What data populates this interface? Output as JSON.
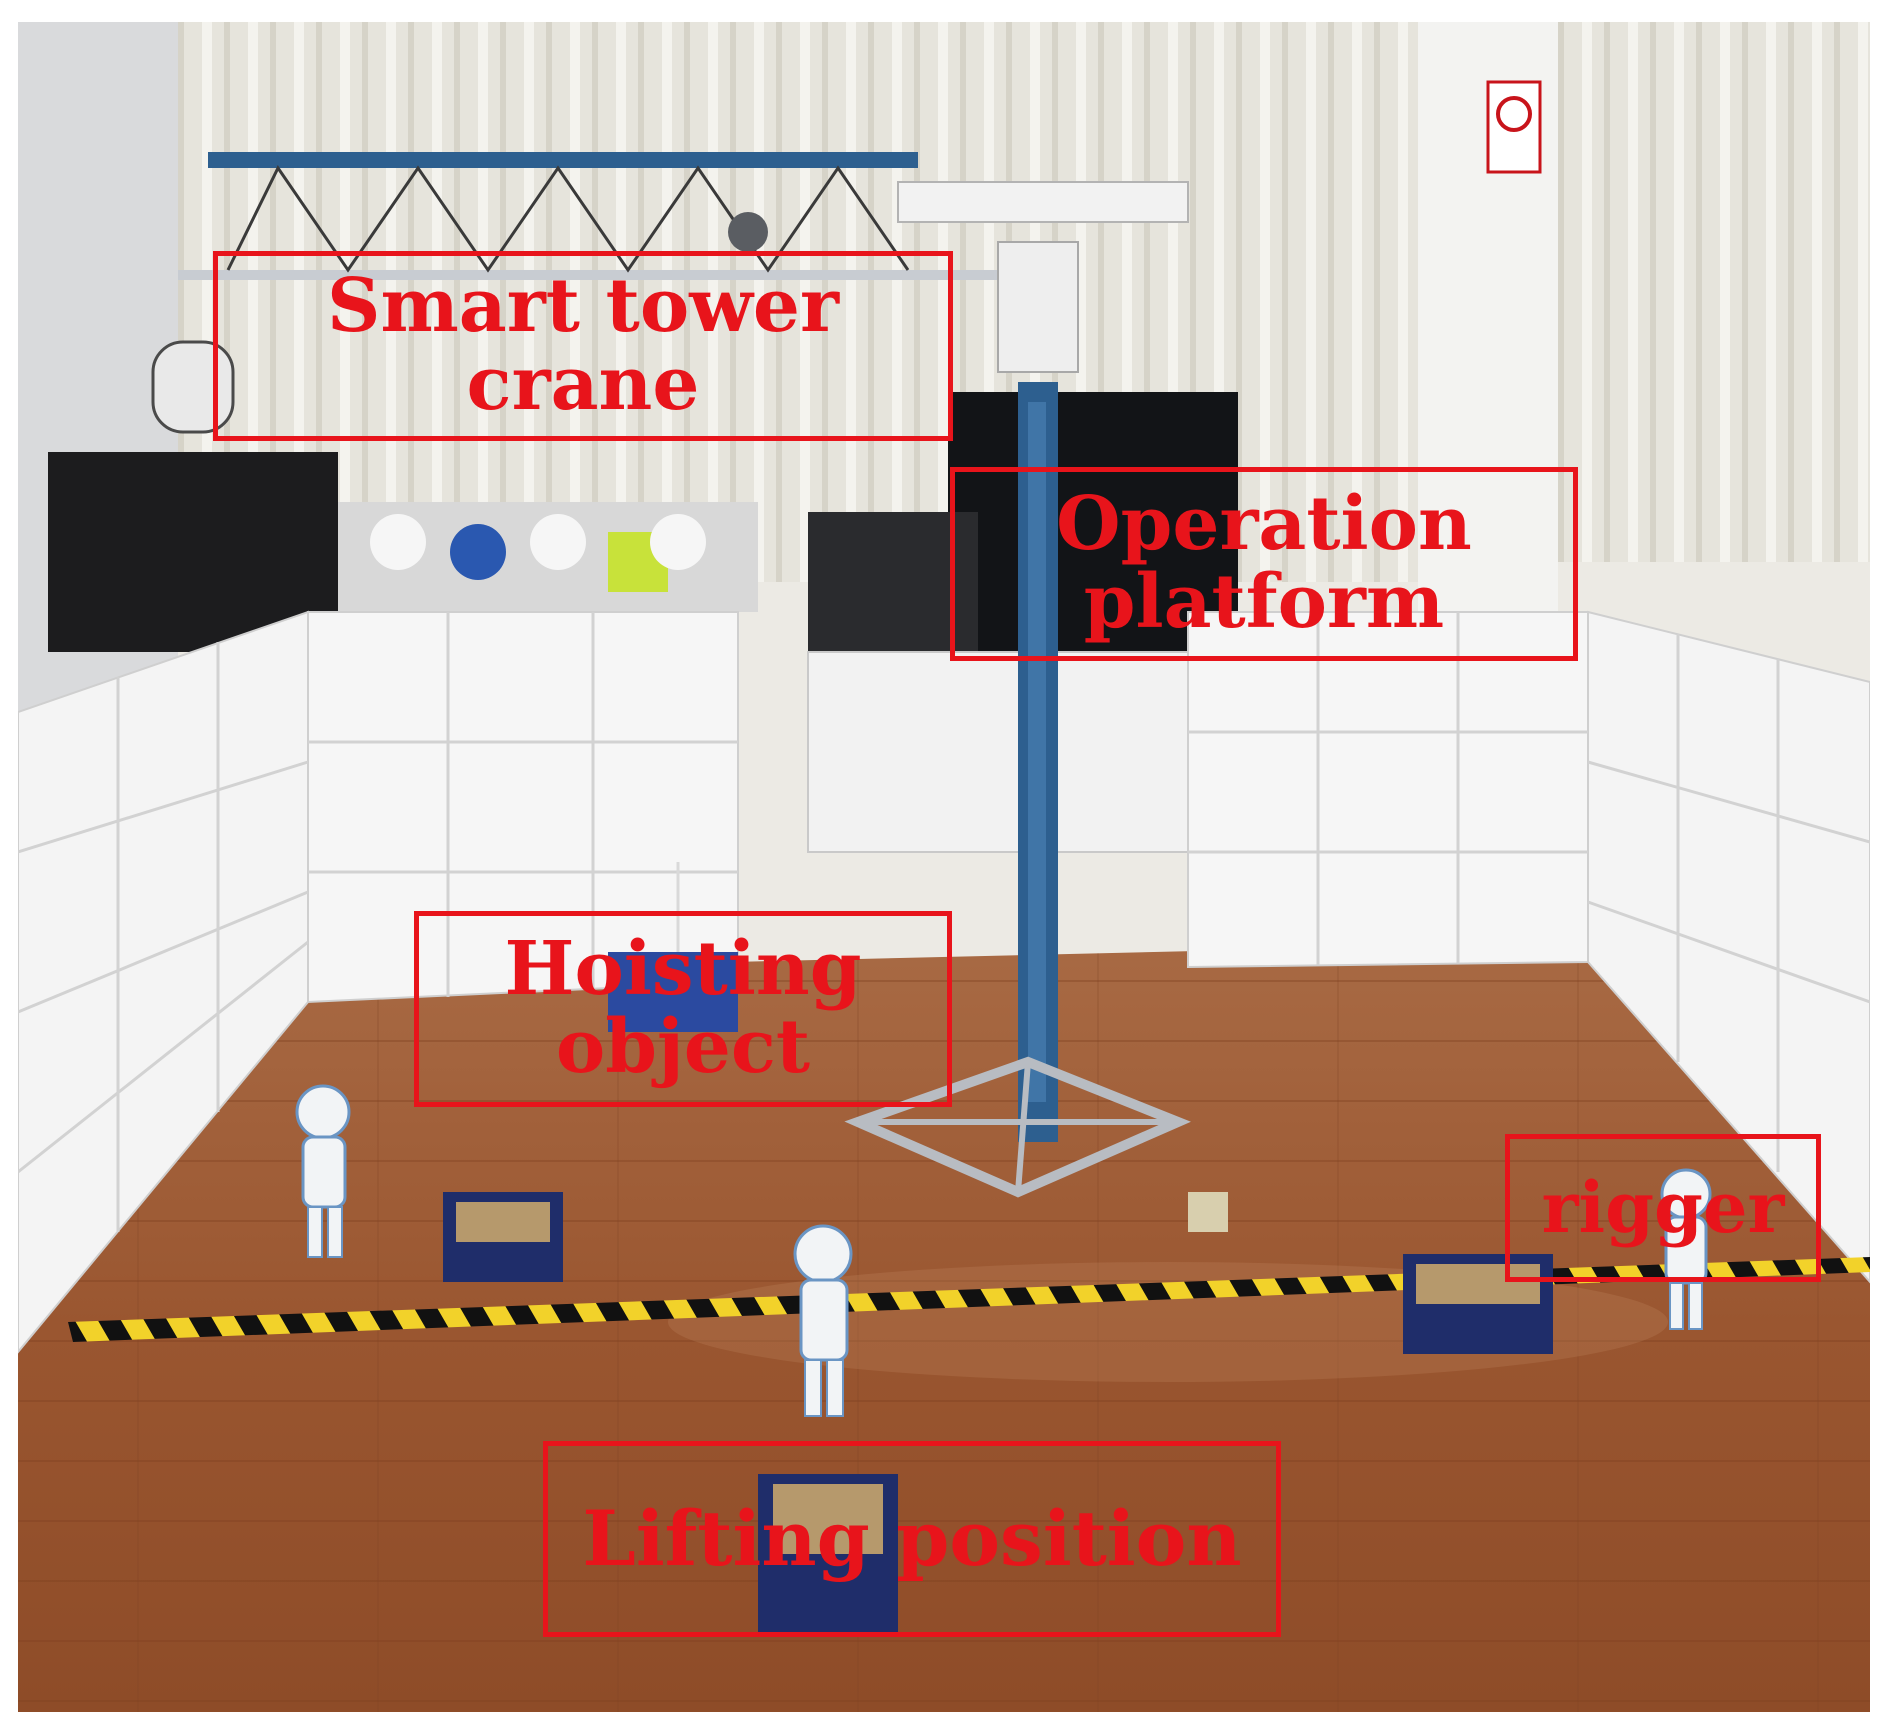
{
  "photo": {
    "subject": "indoor tower crane test site",
    "colors": {
      "annotation": "#e8141b",
      "floor": "#9c5a32",
      "wall": "#eef0f2",
      "jib": "#2d5f8f"
    }
  },
  "labels": {
    "crane": {
      "line1": "Smart tower",
      "line2": "crane"
    },
    "platform": {
      "line1": "Operation",
      "line2": "platform"
    },
    "object": {
      "line1": "Hoisting",
      "line2": "object"
    },
    "rigger": {
      "line1": "rigger"
    },
    "lifting": {
      "line1": "Lifting position"
    }
  }
}
